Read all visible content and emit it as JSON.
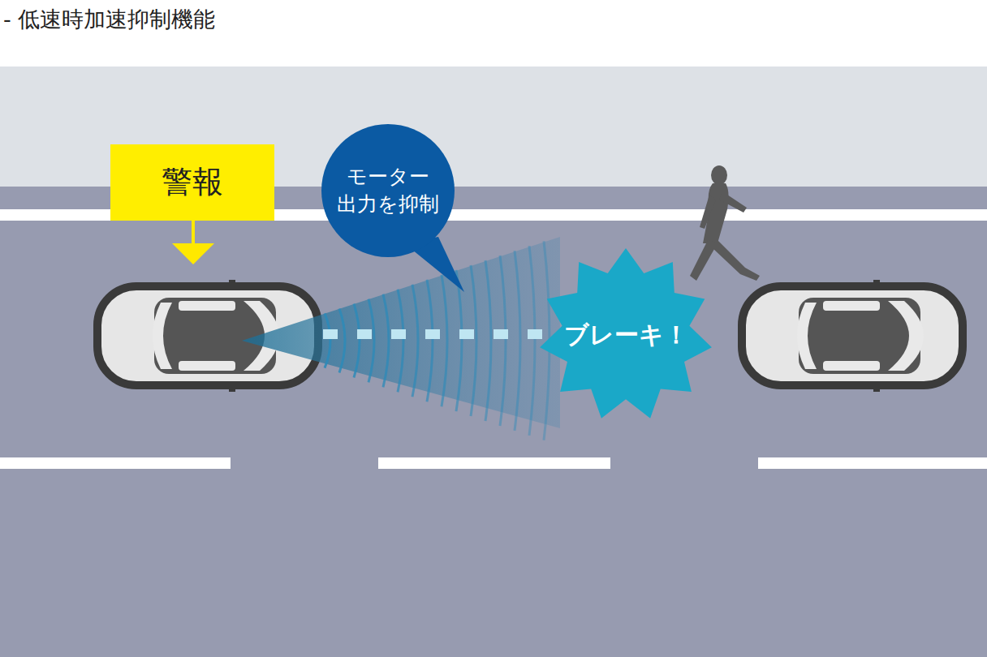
{
  "diagram": {
    "title": "- 低速時加速抑制機能",
    "nodes": [
      {
        "text": [
          "警報"
        ]
      },
      {
        "text": [
          "モーター 出力を抑制"
        ]
      },
      {
        "text": [
          "ブレーキ！"
        ]
      }
    ]
  }
}
